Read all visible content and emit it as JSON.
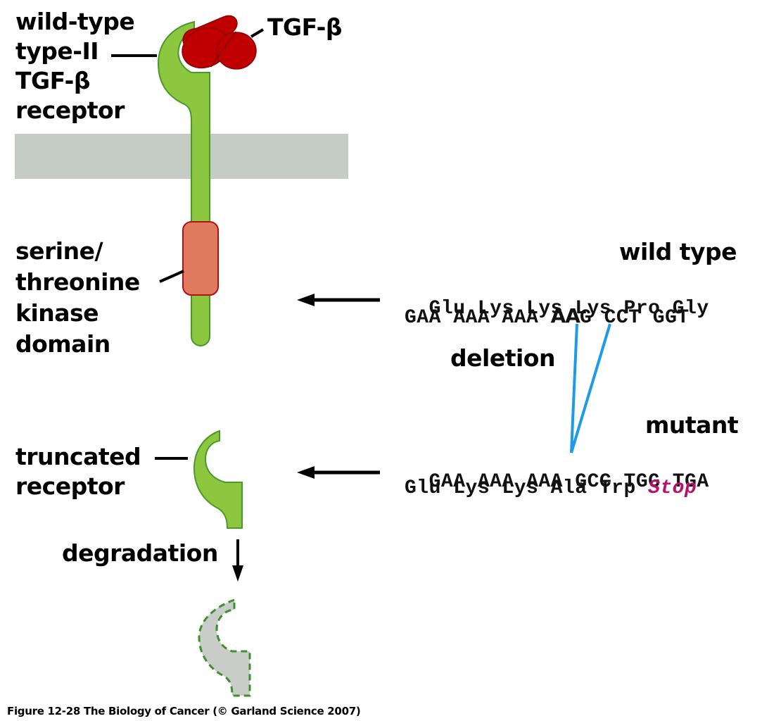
{
  "labels": {
    "wildtype_receptor": [
      "wild-type",
      "type-II",
      "TGF-β",
      "receptor"
    ],
    "ligand": "TGF-β",
    "kinase_domain": [
      "serine/",
      "threonine",
      "kinase",
      "domain"
    ],
    "truncated_receptor": [
      "truncated",
      "receptor"
    ],
    "degradation": "degradation",
    "wild_type_heading": "wild type",
    "deletion": "deletion",
    "mutant_heading": "mutant"
  },
  "sequences": {
    "wild_type": {
      "amino_acids": [
        "Glu",
        "Lys",
        "Lys",
        "Lys",
        "Pro",
        "Gly"
      ],
      "codons_prefix": "GAA AAA AAA ",
      "codon_deleted": "AA",
      "codons_suffix": "G CCT GGT"
    },
    "mutant": {
      "codons": [
        "GAA",
        "AAA",
        "AAA",
        "GCC",
        "TGG",
        "TGA"
      ],
      "amino_acids_prefix": "Glu Lys Lys Ala Trp ",
      "stop": "Stop"
    }
  },
  "colors": {
    "receptor_green": "#8dc63f",
    "receptor_outline": "#4a9a2a",
    "ligand_red": "#c00000",
    "kinase_salmon": "#e07a5f",
    "membrane_gray": "#c5ccc6",
    "deletion_blue": "#1e9be6",
    "stop_magenta": "#b5126e"
  },
  "caption": "Figure 12-28  The Biology of Cancer (© Garland Science 2007)"
}
